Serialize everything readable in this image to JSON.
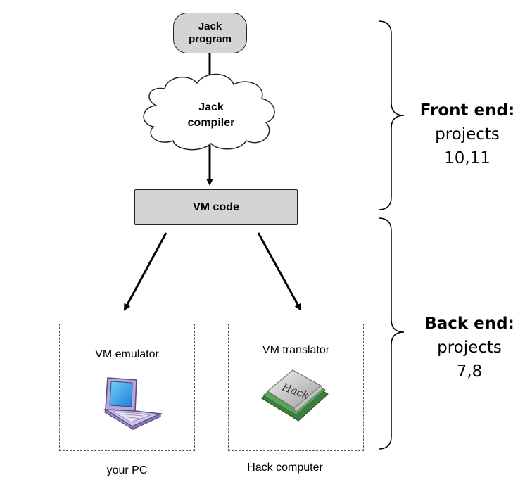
{
  "nodes": {
    "jack_program": [
      "Jack",
      "program"
    ],
    "jack_compiler": [
      "Jack",
      "compiler"
    ],
    "vm_code": "VM code"
  },
  "boxes": {
    "vm_emulator": {
      "title": "VM emulator",
      "caption": "your PC",
      "icon": "laptop-icon"
    },
    "vm_translator": {
      "title": "VM translator",
      "caption": "Hack computer",
      "icon": "cpu-chip-icon",
      "chip_label": "Hack"
    }
  },
  "stages": {
    "front_end": {
      "heading": "Front end:",
      "line1": "projects",
      "line2": "10,11"
    },
    "back_end": {
      "heading": "Back end:",
      "line1": "projects",
      "line2": "7,8"
    }
  },
  "colors": {
    "node_fill": "#d4d4d4",
    "stroke": "#222222",
    "dashed": "#555555"
  }
}
